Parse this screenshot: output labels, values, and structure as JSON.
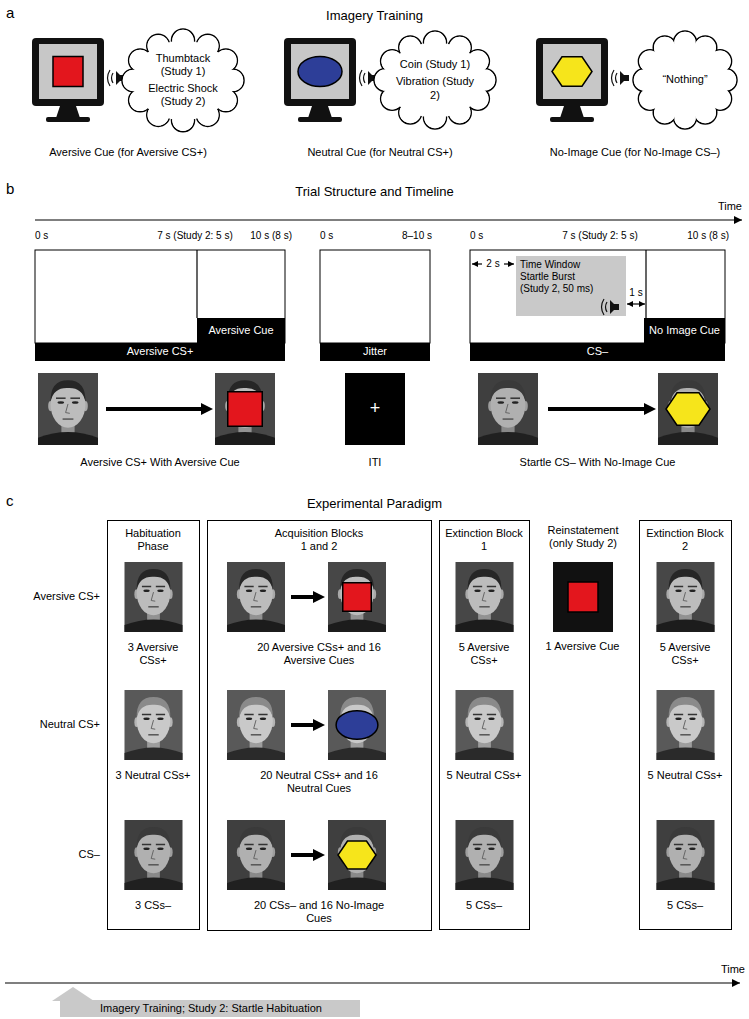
{
  "diagram": {
    "nodes": [
      {
        "text": [
          "Thumbtack (Study 1)",
          "Electric Shock (Study 2)"
        ]
      },
      {
        "text": [
          "Coin (Study 1)",
          "Vibration (Study 2)"
        ]
      },
      {
        "text": [
          "“Nothing”"
        ]
      },
      {
        "text": [
          "Aversive Cue"
        ]
      },
      {
        "text": [
          "Aversive CS+"
        ]
      },
      {
        "text": [
          "+"
        ]
      },
      {
        "text": [
          "Jitter"
        ]
      },
      {
        "text": [
          "Time Window Startle Burst (Study 2, 50 ms)"
        ]
      },
      {
        "text": [
          "No Image Cue"
        ]
      },
      {
        "text": [
          "CS–"
        ]
      },
      {
        "text": [
          "Habituation Phase",
          "3 Aversive CSs+",
          "3 Neutral CSs+",
          "3 CSs–"
        ]
      },
      {
        "text": [
          "Acquisition Blocks 1 and 2",
          "20 Aversive CSs+ and 16 Aversive Cues",
          "20 Neutral CSs+ and 16 Neutral Cues",
          "20 CSs– and 16 No-Image Cues"
        ]
      },
      {
        "text": [
          "Extinction Block 1",
          "5 Aversive CSs+",
          "5 Neutral CSs+",
          "5 CSs–"
        ]
      },
      {
        "text": [
          "Extinction Block 2",
          "5 Aversive CSs+",
          "5 Neutral CSs+",
          "5 CSs–"
        ]
      },
      {
        "text": [
          "Imagery Training; Study 2: Startle Habituation"
        ]
      }
    ],
    "labels": [
      "a",
      "Imagery Training",
      "Aversive Cue (for Aversive CS+)",
      "Neutral Cue (for Neutral CS+)",
      "No-Image Cue (for No-Image CS–)",
      "b",
      "Trial Structure and Timeline",
      "Time",
      "0 s",
      "7 s (Study 2: 5 s)",
      "10 s (8 s)",
      "0 s",
      "8–10 s",
      "0 s",
      "7 s (Study 2: 5 s)",
      "10 s (8 s)",
      "2 s",
      "1 s",
      "Aversive CS+ With Aversive Cue",
      "ITI",
      "Startle CS– With No-Image Cue",
      "c",
      "Experimental Paradigm",
      "Aversive CS+",
      "Neutral CS+",
      "CS–",
      "Reinstatement (only Study 2)",
      "1 Aversive Cue",
      "Time"
    ]
  }
}
